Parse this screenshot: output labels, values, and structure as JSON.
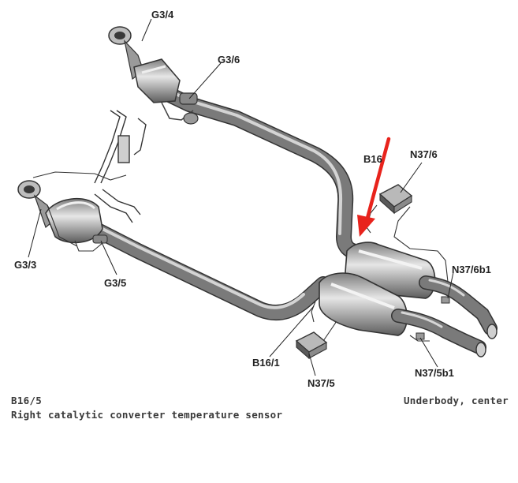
{
  "labels": {
    "g3_4": "G3/4",
    "g3_6": "G3/6",
    "g3_3": "G3/3",
    "g3_5": "G3/5",
    "b16_trunc": "B16",
    "n37_6": "N37/6",
    "n37_6b1": "N37/6b1",
    "b16_1": "B16/1",
    "n37_5": "N37/5",
    "n37_5b1": "N37/5b1"
  },
  "caption": {
    "code": "B16/5",
    "description": "Right catalytic converter temperature sensor",
    "view": "Underbody, center"
  },
  "colors": {
    "pipe": "#6e6e6e",
    "pipe_highlight": "#c8c8c8",
    "outline": "#333333",
    "arrow": "#e8231c"
  }
}
